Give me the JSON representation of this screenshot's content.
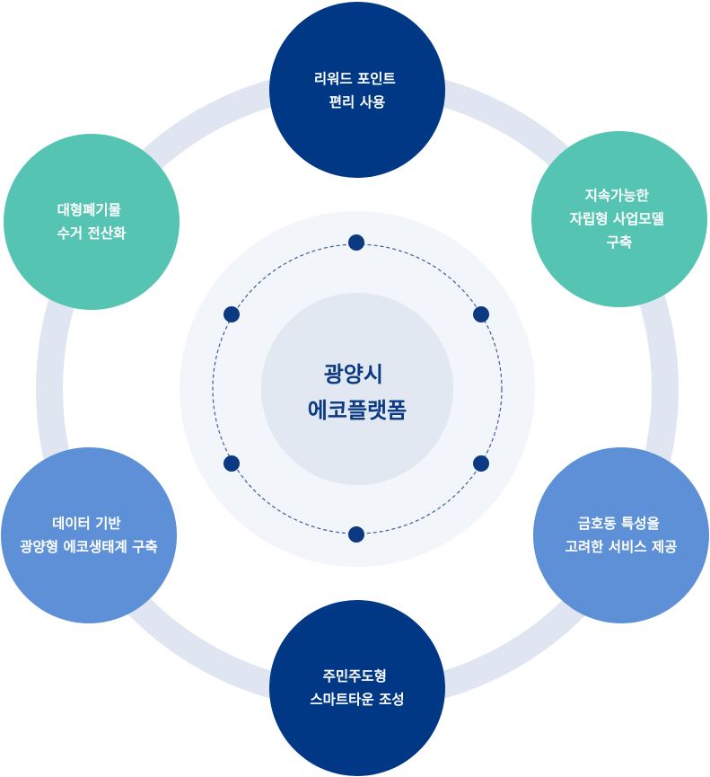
{
  "colors": {
    "ring": "#e0e6f1",
    "halo_outer": "#f2f5fa",
    "halo_inner": "#e2e8f2",
    "navy": "#003886",
    "teal": "#55c4b2",
    "blue": "#5d90d6",
    "dot": "#0b3a82"
  },
  "center": {
    "lines": [
      "광양시",
      "에코플랫폼"
    ]
  },
  "nodes": [
    {
      "id": "top",
      "color": "navy",
      "lines": [
        "리워드 포인트",
        "편리 사용"
      ]
    },
    {
      "id": "upper-right",
      "color": "teal",
      "lines": [
        "지속가능한",
        "자립형 사업모델",
        "구축"
      ]
    },
    {
      "id": "lower-right",
      "color": "blue",
      "lines": [
        "금호동 특성을",
        "고려한 서비스 제공"
      ]
    },
    {
      "id": "bottom",
      "color": "navy",
      "lines": [
        "주민주도형",
        "스마트타운 조성"
      ]
    },
    {
      "id": "lower-left",
      "color": "blue",
      "lines": [
        "데이터 기반",
        "광양형 에코생태계 구축"
      ]
    },
    {
      "id": "upper-left",
      "color": "teal",
      "lines": [
        "대형폐기물",
        "수거 전산화"
      ]
    }
  ]
}
